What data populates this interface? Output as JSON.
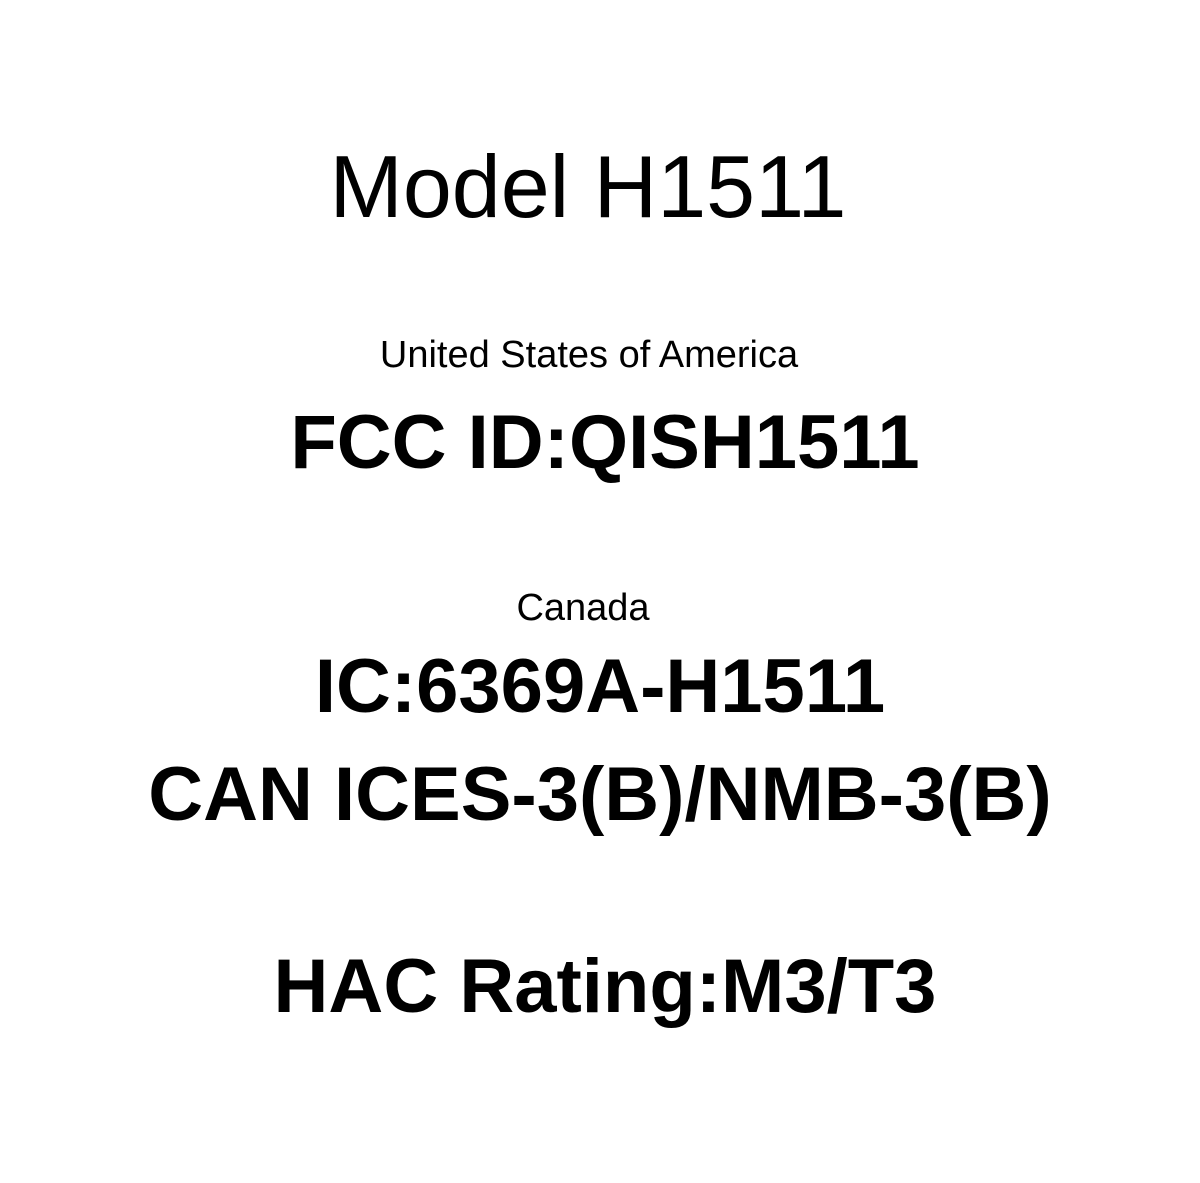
{
  "model": "Model H1511",
  "usa": {
    "region": "United States of America",
    "fcc_id": "FCC ID:QISH1511"
  },
  "canada": {
    "region": "Canada",
    "ic": "IC:6369A-H1511",
    "ices": "CAN ICES-3(B)/NMB-3(B)"
  },
  "hac_rating": "HAC Rating:M3/T3",
  "colors": {
    "text": "#000000",
    "background": "#ffffff"
  }
}
